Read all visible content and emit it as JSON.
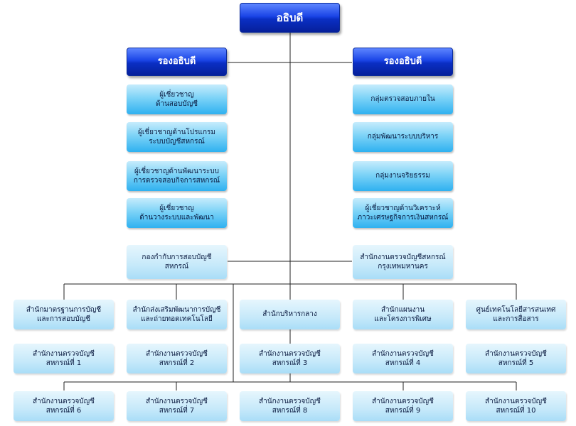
{
  "chart": {
    "top": "อธิบดี",
    "deputy_left": "รองอธิบดี",
    "deputy_right": "รองอธิบดี",
    "left_units": [
      "ผู้เชี่ยวชาญ\nด้านสอบบัญชี",
      "ผู้เชี่ยวชาญด้านโปรแกรม\nระบบบัญชีสหกรณ์",
      "ผู้เชี่ยวชาญด้านพัฒนาระบบ\nการตรวจสอบกิจการสหกรณ์",
      "ผู้เชี่ยวชาญ\nด้านวางระบบและพัฒนา"
    ],
    "right_units": [
      "กลุ่มตรวจสอบภายใน",
      "กลุ่มพัฒนาระบบบริหาร",
      "กลุ่มงานจริยธรรม",
      "ผู้เชี่ยวชาญด้านวิเคราะห์\nภาวะเศรษฐกิจการเงินสหกรณ์"
    ],
    "mid_left": "กองกำกับการสอบบัญชี\nสหกรณ์",
    "mid_right": "สำนักงานตรวจบัญชีสหกรณ์\nกรุงเทพมหานคร",
    "bureaus": [
      "สำนักมาตรฐานการบัญชี\nและการสอบบัญชี",
      "สำนักส่งเสริมพัฒนาการบัญชี\nและถ่ายทอดเทคโนโลยี",
      "สำนักบริหารกลาง",
      "สำนักแผนงาน\nและโครงการพิเศษ",
      "ศูนย์เทคโนโลยีสารสนเทศ\nและการสื่อสาร"
    ],
    "regional": [
      "สำนักงานตรวจบัญชี\nสหกรณ์ที่ 1",
      "สำนักงานตรวจบัญชี\nสหกรณ์ที่ 2",
      "สำนักงานตรวจบัญชี\nสหกรณ์ที่ 3",
      "สำนักงานตรวจบัญชี\nสหกรณ์ที่ 4",
      "สำนักงานตรวจบัญชี\nสหกรณ์ที่ 5",
      "สำนักงานตรวจบัญชี\nสหกรณ์ที่ 6",
      "สำนักงานตรวจบัญชี\nสหกรณ์ที่ 7",
      "สำนักงานตรวจบัญชี\nสหกรณ์ที่ 8",
      "สำนักงานตรวจบัญชี\nสหกรณ์ที่ 9",
      "สำนักงานตรวจบัญชี\nสหกรณ์ที่ 10"
    ]
  }
}
